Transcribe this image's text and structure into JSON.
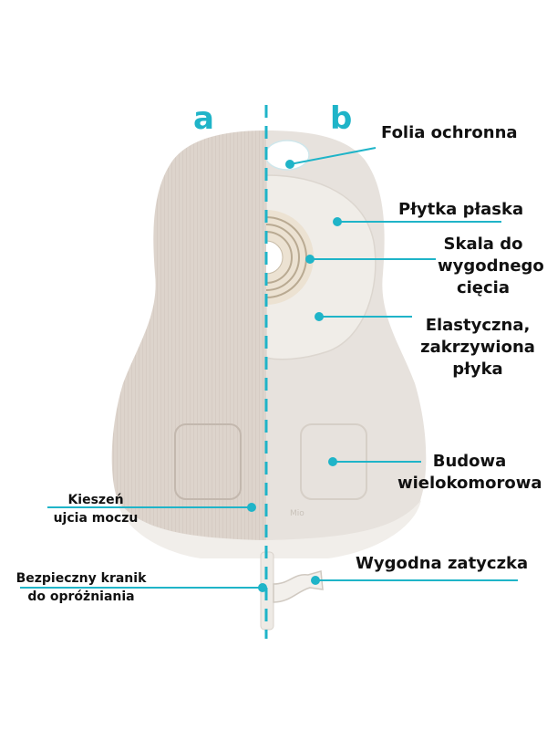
{
  "colors": {
    "accent": "#1fb4c8",
    "text": "#111111",
    "pouch_left": "#ddd4cc",
    "pouch_right": "#e7e2dd",
    "wafer": "#f0ede8"
  },
  "side_labels": {
    "a": "a",
    "b": "b"
  },
  "labels_right": {
    "folia": [
      "Folia ochronna"
    ],
    "plytka": [
      "Płytka płaska"
    ],
    "skala": [
      "Skala do",
      "wygodnego",
      "cięcia"
    ],
    "elastyczna": [
      "Elastyczna,",
      "zakrzywiona",
      "płyka"
    ],
    "budowa": [
      "Budowa",
      "wielokomorowa"
    ],
    "zatyczka": [
      "Wygodna zatyczka"
    ]
  },
  "labels_left": {
    "kieszen": [
      "Kieszeń",
      "ujcia moczu"
    ],
    "kranik": [
      "Bezpieczny kranik",
      "do opróżniania"
    ]
  },
  "pouch_imprint": "Mio"
}
